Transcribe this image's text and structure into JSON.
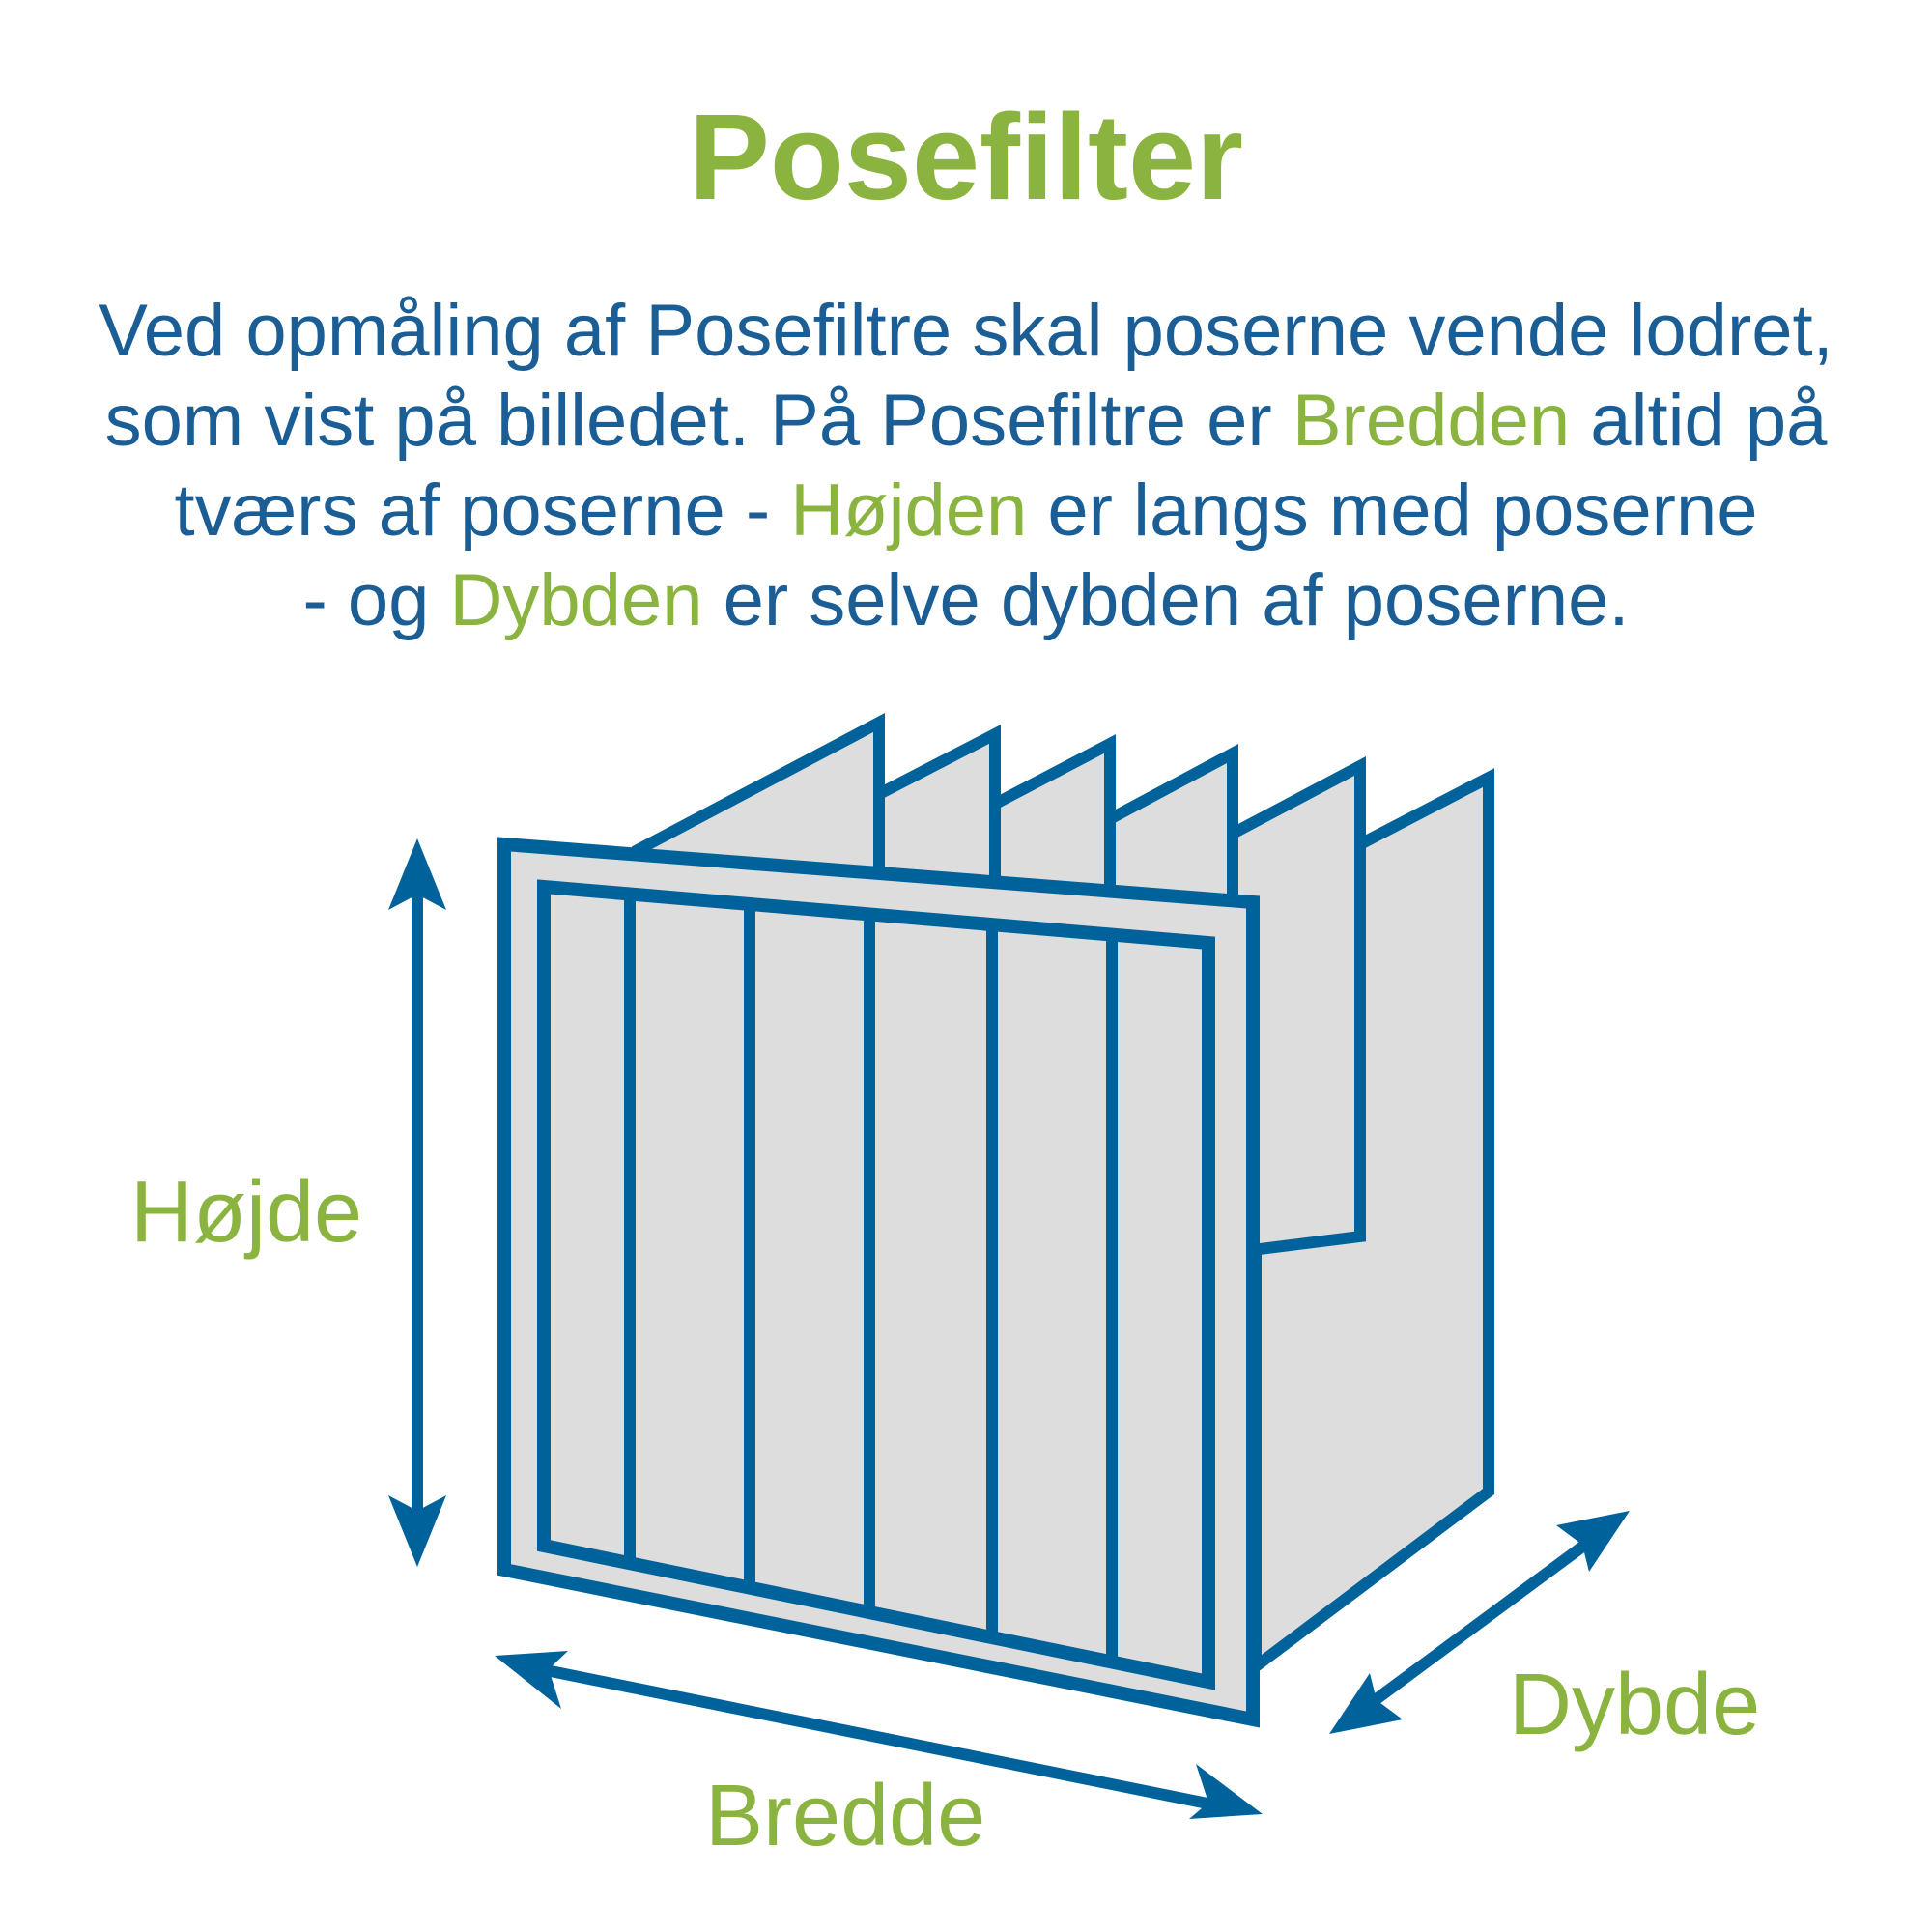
{
  "title": "Posefilter",
  "description": {
    "line1": {
      "t1": "Ved opmåling af Posefiltre skal poserne vende lodret,"
    },
    "line2": {
      "t1": "som vist på billedet. På Posefiltre er ",
      "h1": "Bredden",
      "t2": " altid på"
    },
    "line3": {
      "t1": "tværs af poserne - ",
      "h1": "Højden",
      "t2": " er langs med poserne"
    },
    "line4": {
      "t1": "- og ",
      "h1": "Dybden",
      "t2": " er selve dybden af poserne."
    }
  },
  "labels": {
    "height": "Højde",
    "width": "Bredde",
    "depth": "Dybde"
  },
  "colors": {
    "green": "#8ab43f",
    "blue": "#00629b",
    "text_blue": "#1b5e96",
    "bag_fill": "#dddddd"
  }
}
